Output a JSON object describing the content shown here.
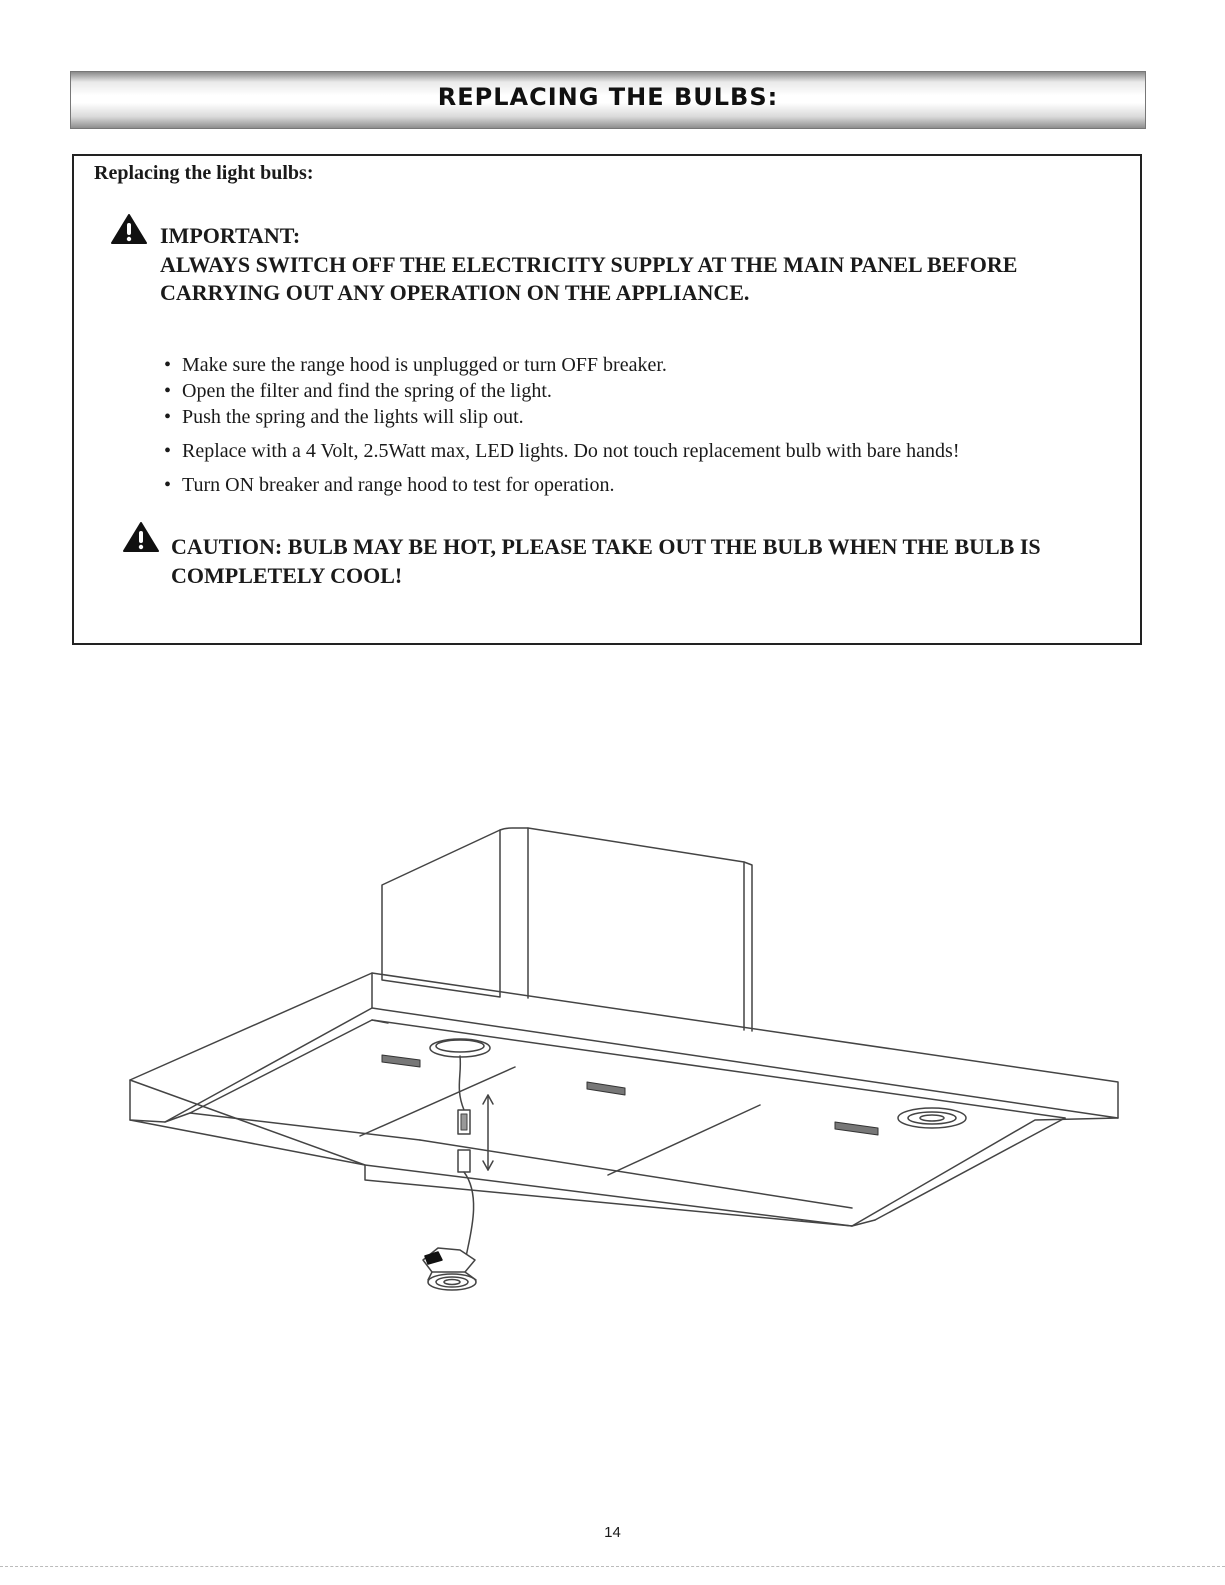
{
  "header": {
    "title": "REPLACING THE BULBS:"
  },
  "section": {
    "heading": "Replacing the light bulbs:",
    "important": {
      "label": "IMPORTANT:",
      "text": "ALWAYS SWITCH OFF THE ELECTRICITY SUPPLY AT THE MAIN PANEL BEFORE CARRYING OUT ANY OPERATION ON THE APPLIANCE."
    },
    "steps": [
      "Make sure the range hood is unplugged or turn OFF breaker.",
      "Open the filter and find the spring of the light.",
      "Push the spring and the lights will slip out.",
      "Replace with a 4 Volt, 2.5Watt max, LED lights. Do not touch replacement bulb with bare hands!",
      "Turn ON breaker and range hood to test for operation."
    ],
    "caution": {
      "text": "CAUTION: BULB MAY BE HOT, PLEASE TAKE OUT THE BULB WHEN THE BULB IS COMPLETELY COOL!"
    }
  },
  "icons": {
    "warning": "warning-triangle-icon"
  },
  "footer": {
    "page_number": "14"
  }
}
